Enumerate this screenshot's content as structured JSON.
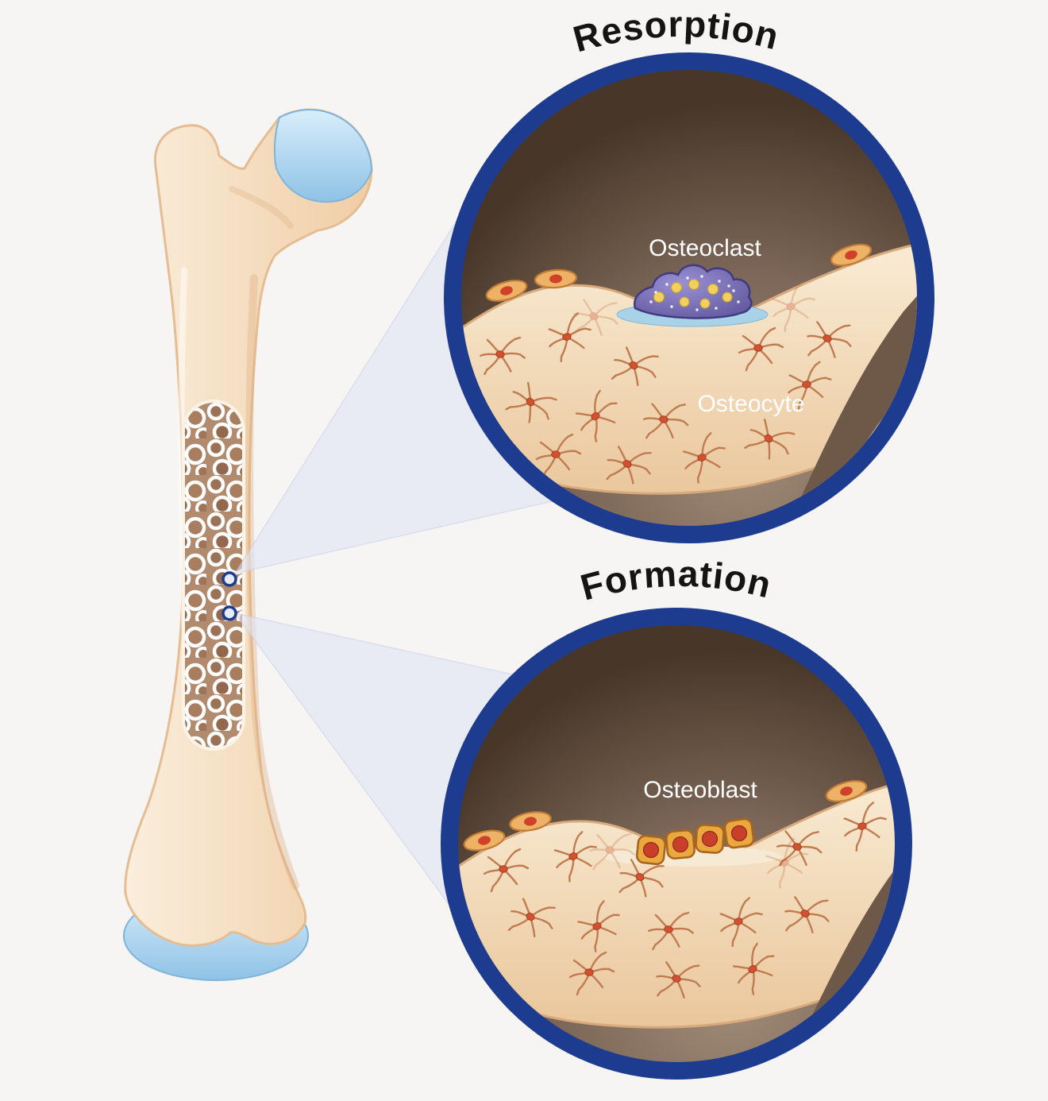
{
  "diagram": {
    "title_resorption": "Resorption",
    "title_formation": "Formation",
    "label_osteoclast": "Osteoclast",
    "label_osteocyte": "Osteocyte",
    "label_osteoblast": "Osteoblast",
    "colors": {
      "background": "#f6f5f3",
      "circle_border": "#1d3c8f",
      "bone_beige": "#f3d3ab",
      "marrow_brown": "#4a392d",
      "cartilage_blue": "#a9d3ec",
      "osteoclast_purple": "#6f66ab",
      "nucleus_red": "#cc4329",
      "beam_lavender": "#e2e6f6"
    }
  }
}
